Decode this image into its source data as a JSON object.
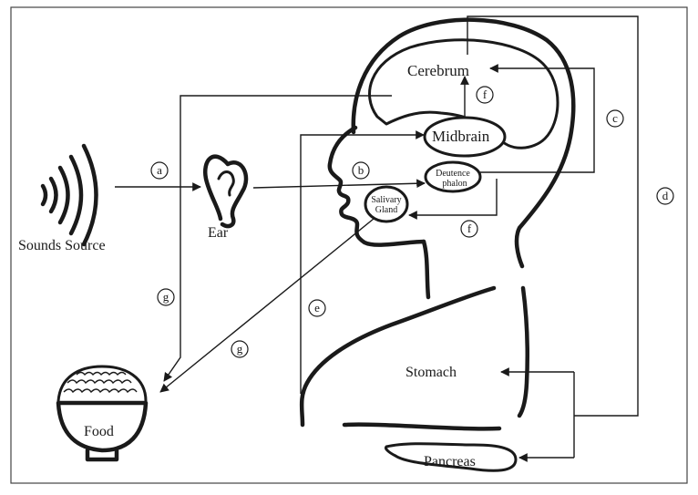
{
  "labels": {
    "sounds_source": "Sounds Source",
    "ear": "Ear",
    "cerebrum": "Cerebrum",
    "midbrain": "Midbrain",
    "diencephalon_line1": "Deutence",
    "diencephalon_line2": "phalon",
    "salivary_line1": "Salivary",
    "salivary_line2": "Gland",
    "food": "Food",
    "stomach": "Stomach",
    "pancreas": "Pancreas"
  },
  "pathways": {
    "a": "a",
    "b": "b",
    "c": "c",
    "d": "d",
    "e": "e",
    "f_upper": "f",
    "f_lower": "f",
    "g_left": "g",
    "g_mid": "g"
  }
}
